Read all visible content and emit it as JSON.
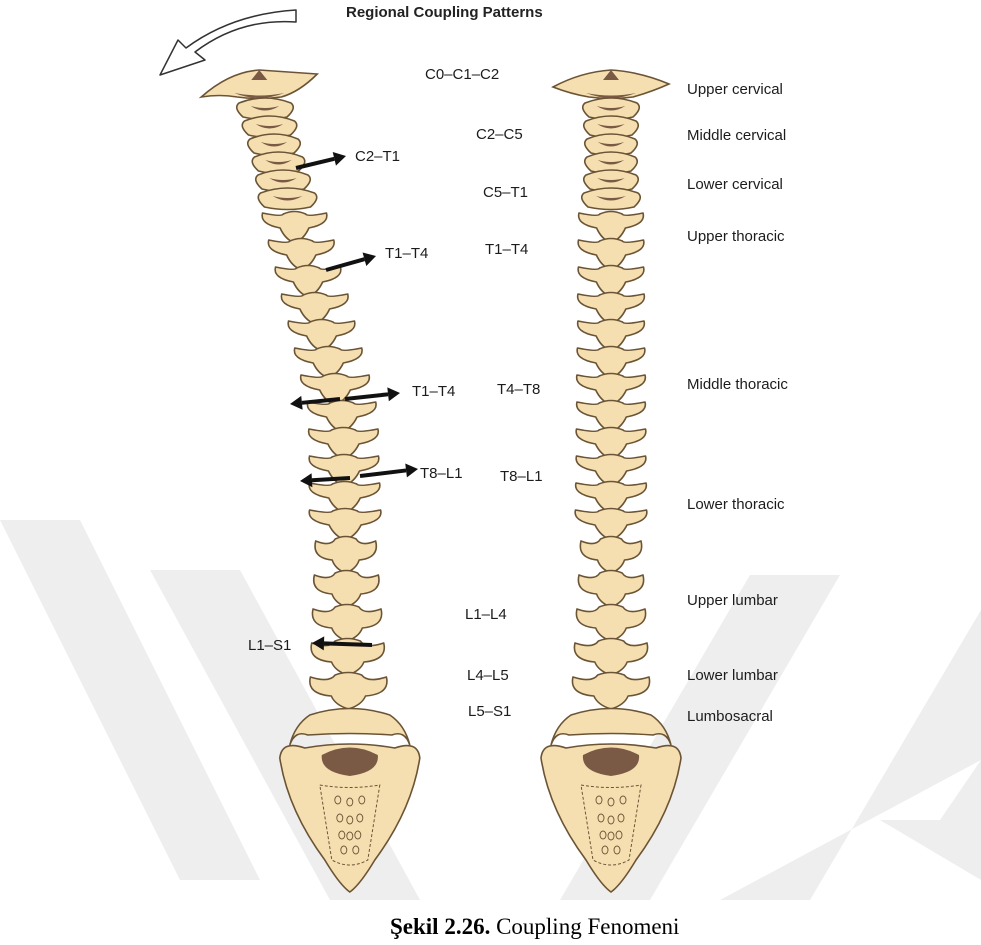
{
  "title": "Regional Coupling Patterns",
  "left_spine": {
    "arrow_labels": [
      "C2–T1",
      "T1–T4",
      "T1–T4",
      "T8–L1",
      "L1–S1"
    ]
  },
  "segments": [
    "C0–C1–C2",
    "C2–C5",
    "C5–T1",
    "T1–T4",
    "T4–T8",
    "T8–L1",
    "L1–L4",
    "L4–L5",
    "L5–S1"
  ],
  "regions": [
    "Upper cervical",
    "Middle cervical",
    "Lower cervical",
    "Upper thoracic",
    "Middle thoracic",
    "Lower thoracic",
    "Upper lumbar",
    "Lower lumbar",
    "Lumbosacral"
  ],
  "caption": {
    "number": "Şekil 2.26.",
    "text": "Coupling Fenomeni"
  },
  "colors": {
    "bone": "#f5dfb0",
    "outline": "#6b5435",
    "disc": "#7a5a45",
    "arrow": "#111111",
    "watermark": "#ececec"
  }
}
